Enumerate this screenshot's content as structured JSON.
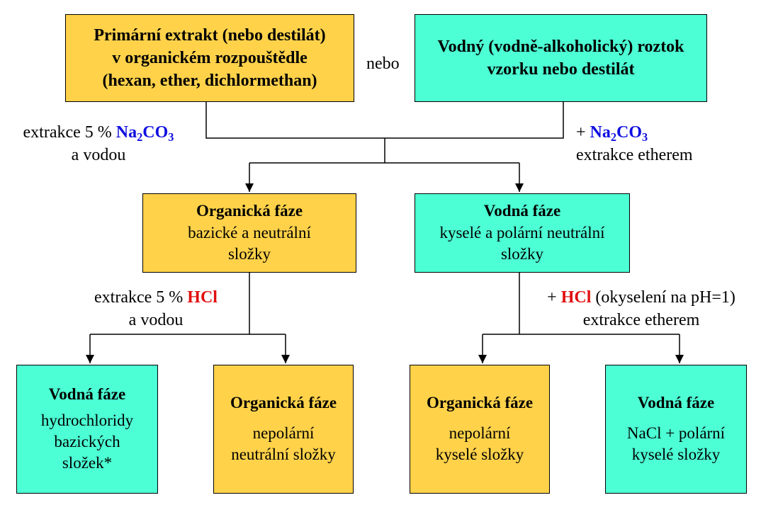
{
  "boxes": {
    "primary": {
      "lines": [
        "Primární extrakt (nebo destilát)",
        "v organickém rozpouštědle",
        "(hexan, ether, dichlormethan)"
      ]
    },
    "or_label": "nebo",
    "aqueous_sample": {
      "lines": [
        "Vodný (vodně-alkoholický) roztok",
        "vzorku nebo destilát"
      ]
    },
    "org_phase_1": {
      "title": "Organická fáze",
      "lines": [
        "bazické a neutrální",
        "složky"
      ]
    },
    "aq_phase_1": {
      "title": "Vodná fáze",
      "lines": [
        "kyselé a polární neutrální",
        "složky"
      ]
    },
    "aq_basic": {
      "title": "Vodná fáze",
      "lines": [
        "hydrochloridy",
        "bazických",
        "složek*"
      ]
    },
    "org_neutral": {
      "title": "Organická fáze",
      "lines": [
        "nepolární",
        "neutrální složky"
      ]
    },
    "org_acidic": {
      "title": "Organická fáze",
      "lines": [
        "nepolární",
        "kyselé složky"
      ]
    },
    "aq_acidic": {
      "title": "Vodná fáze",
      "lines": [
        "NaCl + polární",
        "kyselé složky"
      ]
    }
  },
  "steps": {
    "left_top": {
      "prefix": "extrakce 5 % ",
      "reagent_main": "Na",
      "reagent_sub1": "2",
      "reagent_mid": "CO",
      "reagent_sub2": "3",
      "line2": "a vodou"
    },
    "right_top": {
      "prefix": "+ ",
      "reagent_main": "Na",
      "reagent_sub1": "2",
      "reagent_mid": "CO",
      "reagent_sub2": "3",
      "line2": "extrakce etherem"
    },
    "left_mid": {
      "prefix": "extrakce 5 % ",
      "reagent": "HCl",
      "line2": "a vodou"
    },
    "right_mid": {
      "prefix": "+ ",
      "reagent": "HCl",
      "suffix": " (okyselení na pH=1)",
      "line2": "extrakce etherem"
    }
  },
  "colors": {
    "organic_box": "#FFD24A",
    "aqueous_box": "#4CFFD4",
    "na2co3_text": "#1010E0",
    "hcl_text": "#E01010"
  }
}
